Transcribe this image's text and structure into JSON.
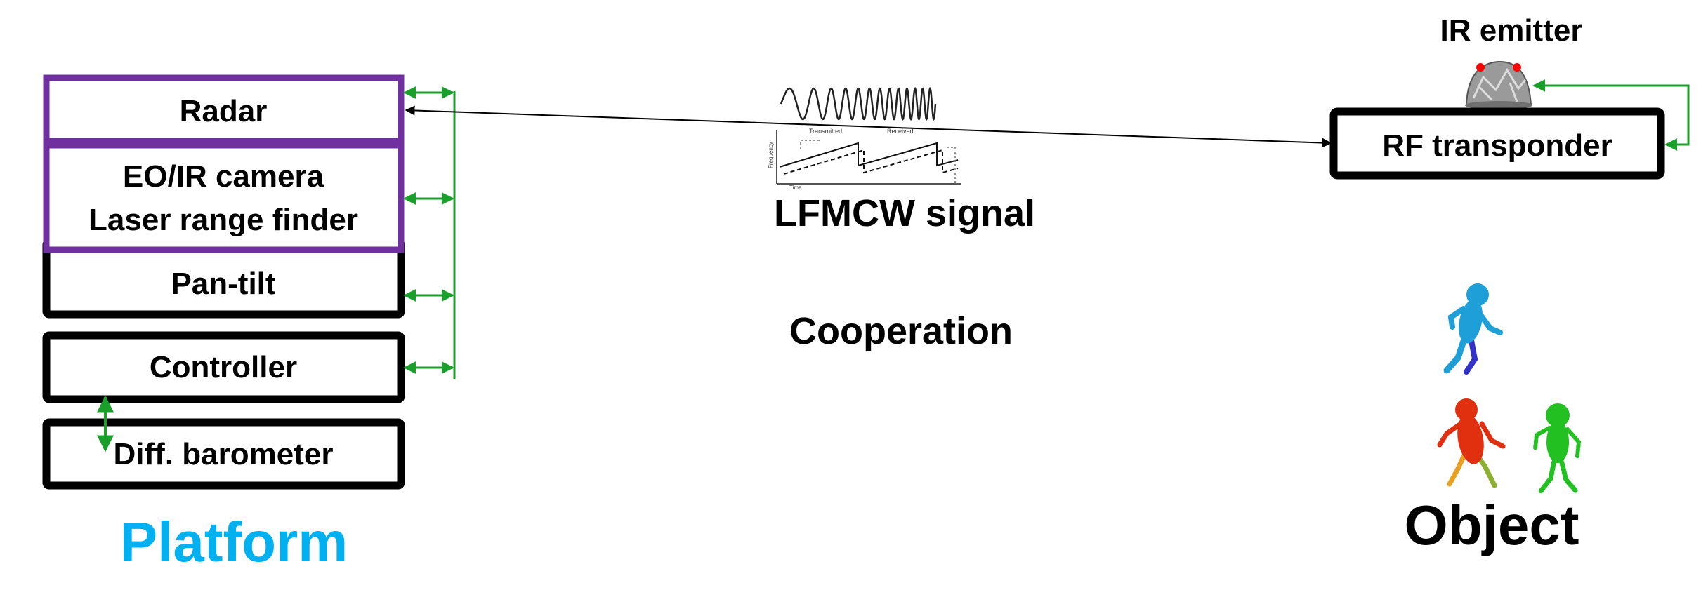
{
  "platform": {
    "title": "Platform",
    "title_color": "#00b0f0",
    "boxes": {
      "radar": "Radar",
      "eo_line1": "EO/IR camera",
      "eo_line2": "Laser range finder",
      "pan_tilt": "Pan-tilt",
      "controller": "Controller",
      "barometer": "Diff. barometer"
    }
  },
  "signal": {
    "label": "LFMCW signal",
    "chart_legend_transmitted": "Transmitted",
    "chart_legend_received": "Received",
    "chart_axis_y": "Frequency",
    "chart_axis_x": "Time"
  },
  "cooperation": {
    "label": "Cooperation"
  },
  "object": {
    "ir_emitter": "IR emitter",
    "rf_transponder": "RF transponder",
    "title": "Object"
  },
  "colors": {
    "purple_border": "#7030a0",
    "black_border": "#000000",
    "green_arrow": "#1aa02a",
    "figure_blue": "#1e9fd8",
    "figure_red": "#e03010",
    "figure_green": "#22c020",
    "emitter_led": "#ff0000"
  }
}
